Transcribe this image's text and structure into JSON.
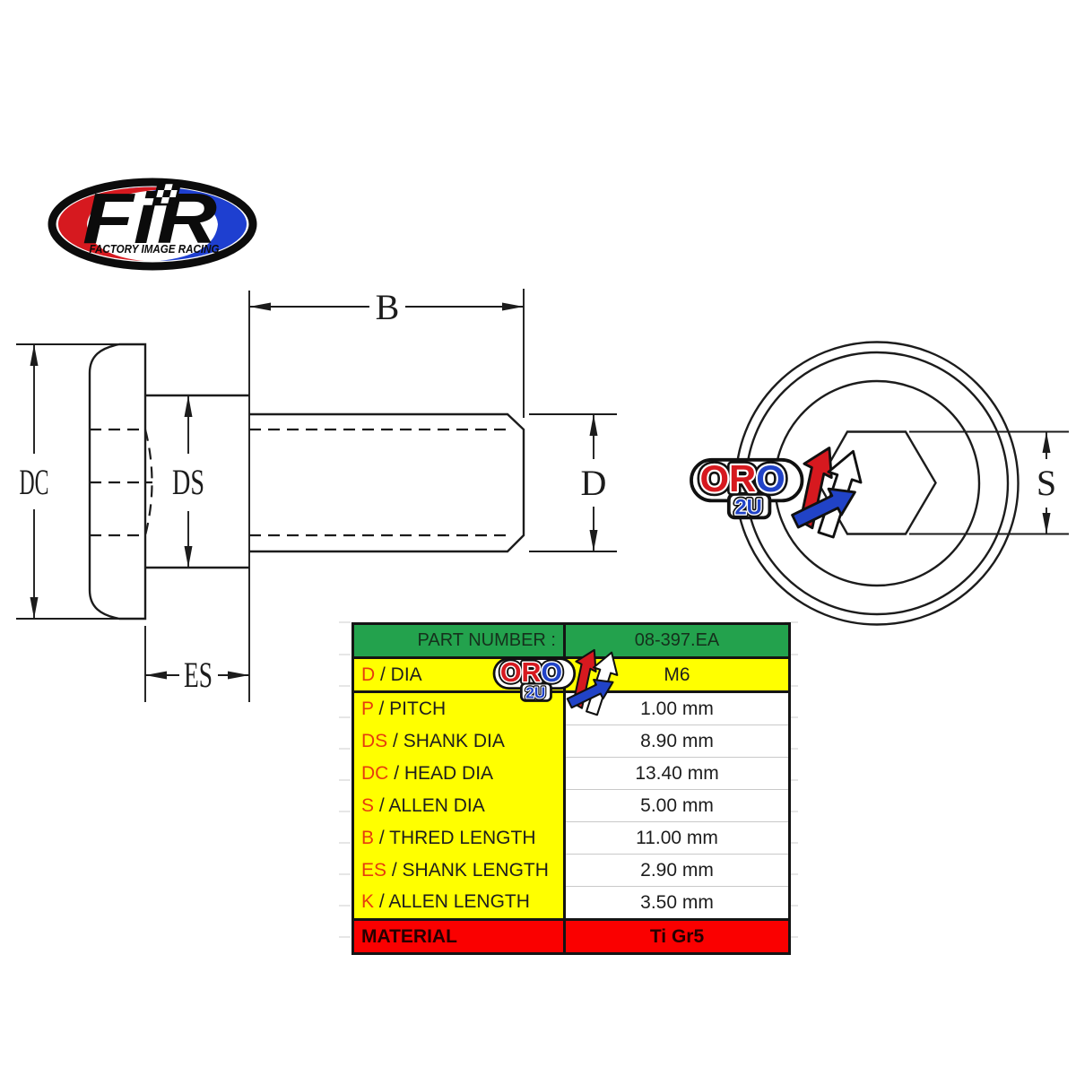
{
  "fir_logo": {
    "text": "FiR",
    "subtext": "FACTORY IMAGE RACING",
    "colors": {
      "red": "#d6191f",
      "blue": "#1e3fd0",
      "black": "#0b0b0b"
    }
  },
  "oro_logo": {
    "letters": [
      "O",
      "R",
      "O"
    ],
    "suffix": "2U",
    "colors": {
      "red": "#d6191f",
      "blue": "#2143c7"
    }
  },
  "diagram": {
    "side_view_labels": {
      "b": "B",
      "dc": "DC",
      "ds": "DS",
      "d": "D",
      "es": "ES"
    },
    "end_view_labels": {
      "s": "S"
    }
  },
  "spec_table": {
    "header": {
      "label": "PART NUMBER :",
      "value": "08-397.EA"
    },
    "rows": [
      {
        "code": "D",
        "name": "/ DIA",
        "value": "M6"
      },
      {
        "code": "P",
        "name": "/ PITCH",
        "value": "1.00 mm"
      },
      {
        "code": "DS",
        "name": "/ SHANK DIA",
        "value": "8.90 mm"
      },
      {
        "code": "DC",
        "name": "/ HEAD DIA",
        "value": "13.40 mm"
      },
      {
        "code": "S",
        "name": "/ ALLEN DIA",
        "value": "5.00 mm"
      },
      {
        "code": "B",
        "name": "/ THRED LENGTH",
        "value": "11.00 mm"
      },
      {
        "code": "ES",
        "name": "/ SHANK LENGTH",
        "value": "2.90 mm"
      },
      {
        "code": "K",
        "name": "/ ALLEN LENGTH",
        "value": "3.50 mm"
      }
    ],
    "footer": {
      "label": "MATERIAL",
      "value": "Ti Gr5"
    },
    "colors": {
      "header_green": "#23a24d",
      "label_yellow": "#ffff00",
      "material_red": "#fa0000",
      "code_orange": "#e63c0e"
    }
  }
}
